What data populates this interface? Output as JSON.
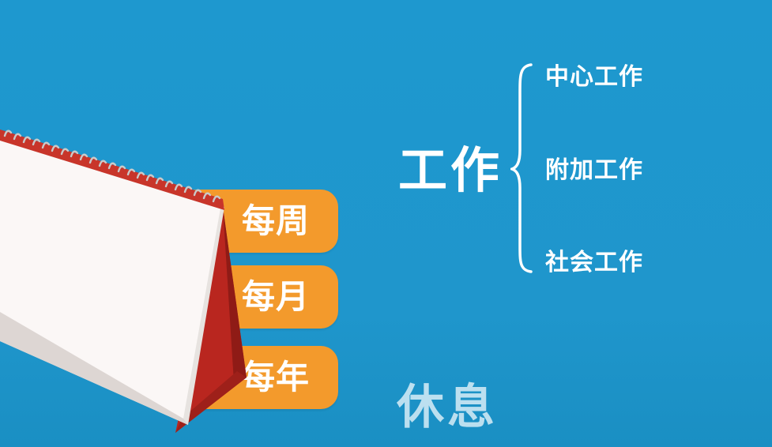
{
  "pills": [
    {
      "label": "每周"
    },
    {
      "label": "每月"
    },
    {
      "label": "每年"
    }
  ],
  "work": {
    "title": "工作",
    "items": [
      {
        "label": "中心工作"
      },
      {
        "label": "附加工作"
      },
      {
        "label": "社会工作"
      }
    ]
  },
  "rest": {
    "title": "休息"
  },
  "colors": {
    "background": "#1e98cf",
    "pill": "#f39a2c",
    "calendar_red": "#c8352a",
    "text": "#ffffff"
  },
  "icons": [
    "desk-calendar-icon",
    "curly-brace-icon"
  ]
}
